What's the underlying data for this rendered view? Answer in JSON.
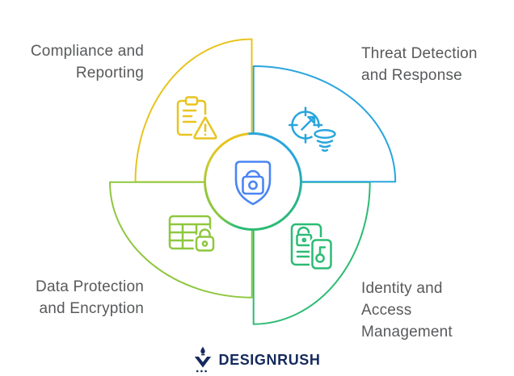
{
  "segments": [
    {
      "id": "compliance",
      "label": "Compliance and\nReporting",
      "color": "#E7C41F",
      "icon": "clipboard-warning-icon"
    },
    {
      "id": "threat",
      "label": "Threat Detection\nand Response",
      "color": "#29A5DD",
      "icon": "radar-funnel-icon"
    },
    {
      "id": "identity",
      "label": "Identity and\nAccess\nManagement",
      "color": "#2CBB74",
      "icon": "id-cards-key-icon"
    },
    {
      "id": "data",
      "label": "Data Protection\nand Encryption",
      "color": "#8FC73F",
      "icon": "table-lock-icon"
    }
  ],
  "center": {
    "icon": "shield-lock-icon",
    "color": "#4B85F4"
  },
  "footer": {
    "brand": "DESIGNRUSH",
    "color": "#152A5C"
  },
  "text_color": "#58595B"
}
